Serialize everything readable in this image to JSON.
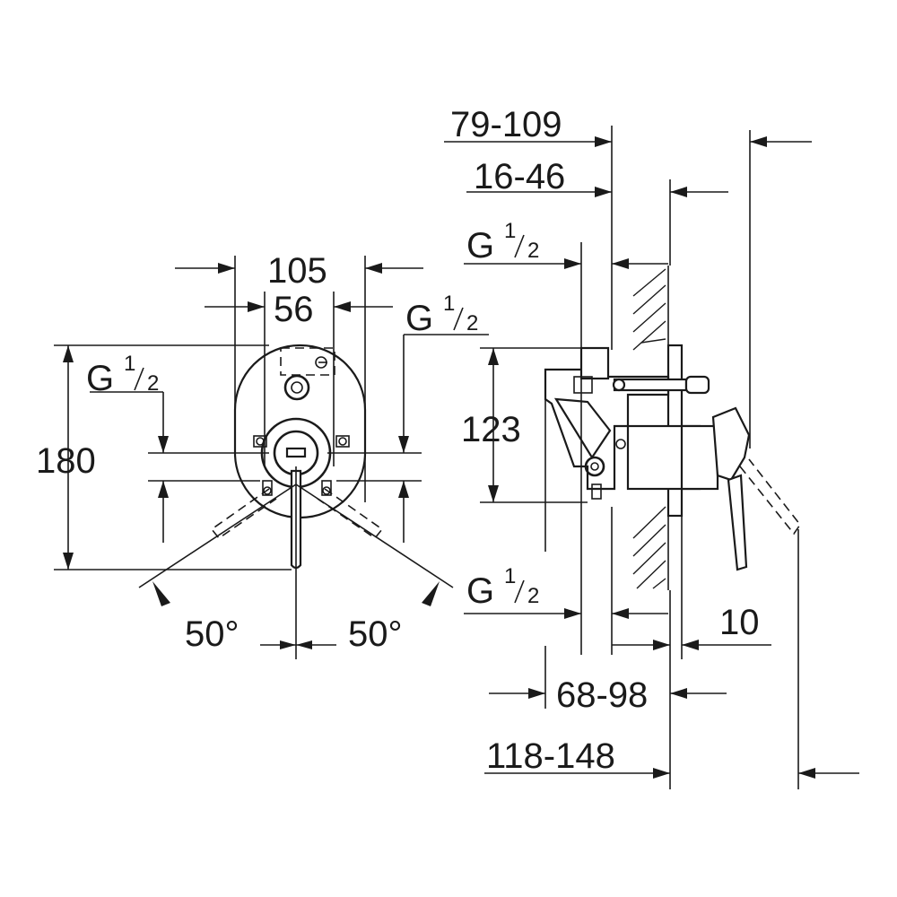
{
  "front_view": {
    "width_outer": "105",
    "width_inner": "56",
    "height": "180",
    "thread_left_g": "G",
    "thread_left_num": "1",
    "thread_left_den": "2",
    "thread_right_g": "G",
    "thread_right_num": "1",
    "thread_right_den": "2",
    "angle_left": "50°",
    "angle_right": "50°"
  },
  "side_view": {
    "depth_top": "79-109",
    "depth_second": "16-46",
    "thread_top_g": "G",
    "thread_top_num": "1",
    "thread_top_den": "2",
    "thread_bottom_g": "G",
    "thread_bottom_num": "1",
    "thread_bottom_den": "2",
    "height": "123",
    "plate": "10",
    "depth_mid": "68-98",
    "depth_bottom": "118-148"
  }
}
